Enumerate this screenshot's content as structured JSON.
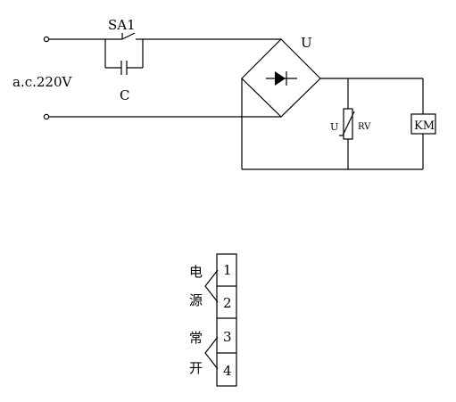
{
  "circuit": {
    "supply_label": "a.c.220V",
    "switch_label": "SA1",
    "capacitor_label": "C",
    "bridge_label": "U",
    "varistor_symbol": "U",
    "varistor_label": "RV",
    "relay_label": "KM"
  },
  "terminal_block": {
    "terminals": [
      "1",
      "2",
      "3",
      "4"
    ],
    "group_power": [
      "电",
      "源"
    ],
    "group_normally_open": [
      "常",
      "开"
    ]
  }
}
